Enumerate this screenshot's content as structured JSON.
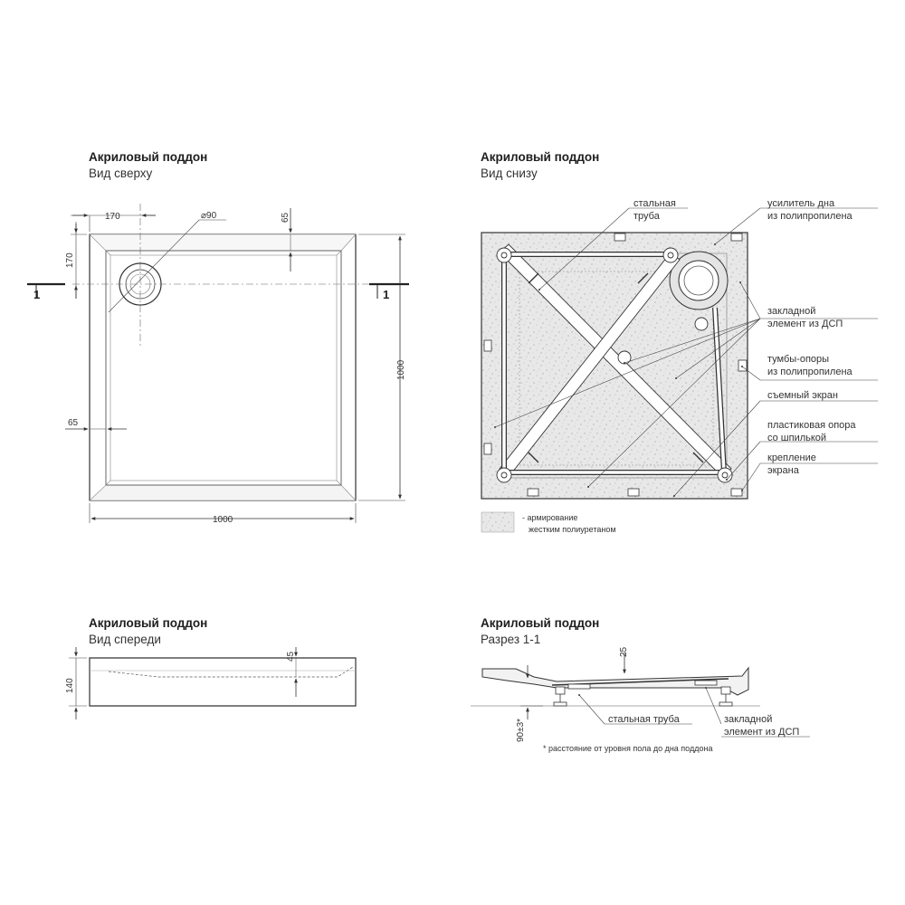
{
  "views": {
    "top": {
      "title": "Акриловый поддон",
      "subtitle": "Вид сверху"
    },
    "bottom": {
      "title": "Акриловый поддон",
      "subtitle": "Вид снизу"
    },
    "front": {
      "title": "Акриловый поддон",
      "subtitle": "Вид спереди"
    },
    "section": {
      "title": "Акриловый поддон",
      "subtitle": "Разрез 1-1"
    }
  },
  "top_view_dims": {
    "drain_offset_x": "170",
    "drain_diameter": "⌀90",
    "rim_top": "65",
    "drain_offset_y": "170",
    "height": "1000",
    "rim_left": "65",
    "width": "1000",
    "section_mark": "1"
  },
  "bottom_view_labels": {
    "steel_pipe_1": "стальная",
    "steel_pipe_2": "труба",
    "reinforce_1": "усилитель дна",
    "reinforce_2": "из полипропилена",
    "embedded_1": "закладной",
    "embedded_2": "элемент из ДСП",
    "pedestals_1": "тумбы-опоры",
    "pedestals_2": "из полипропилена",
    "removable_screen": "съемный экран",
    "plastic_support_1": "пластиковая опора",
    "plastic_support_2": "со шпилькой",
    "screen_mount_1": "крепление",
    "screen_mount_2": "экрана"
  },
  "legend": {
    "line1": "- армирование",
    "line2": "жестким полиуретаном"
  },
  "front_view_dims": {
    "height": "140",
    "rim": "45"
  },
  "section_view": {
    "dim_top": "25",
    "dim_floor": "90±3*",
    "steel_pipe": "стальная труба",
    "embedded_1": "закладной",
    "embedded_2": "элемент из ДСП",
    "footnote": "* расстояние от уровня пола до дна поддона"
  }
}
